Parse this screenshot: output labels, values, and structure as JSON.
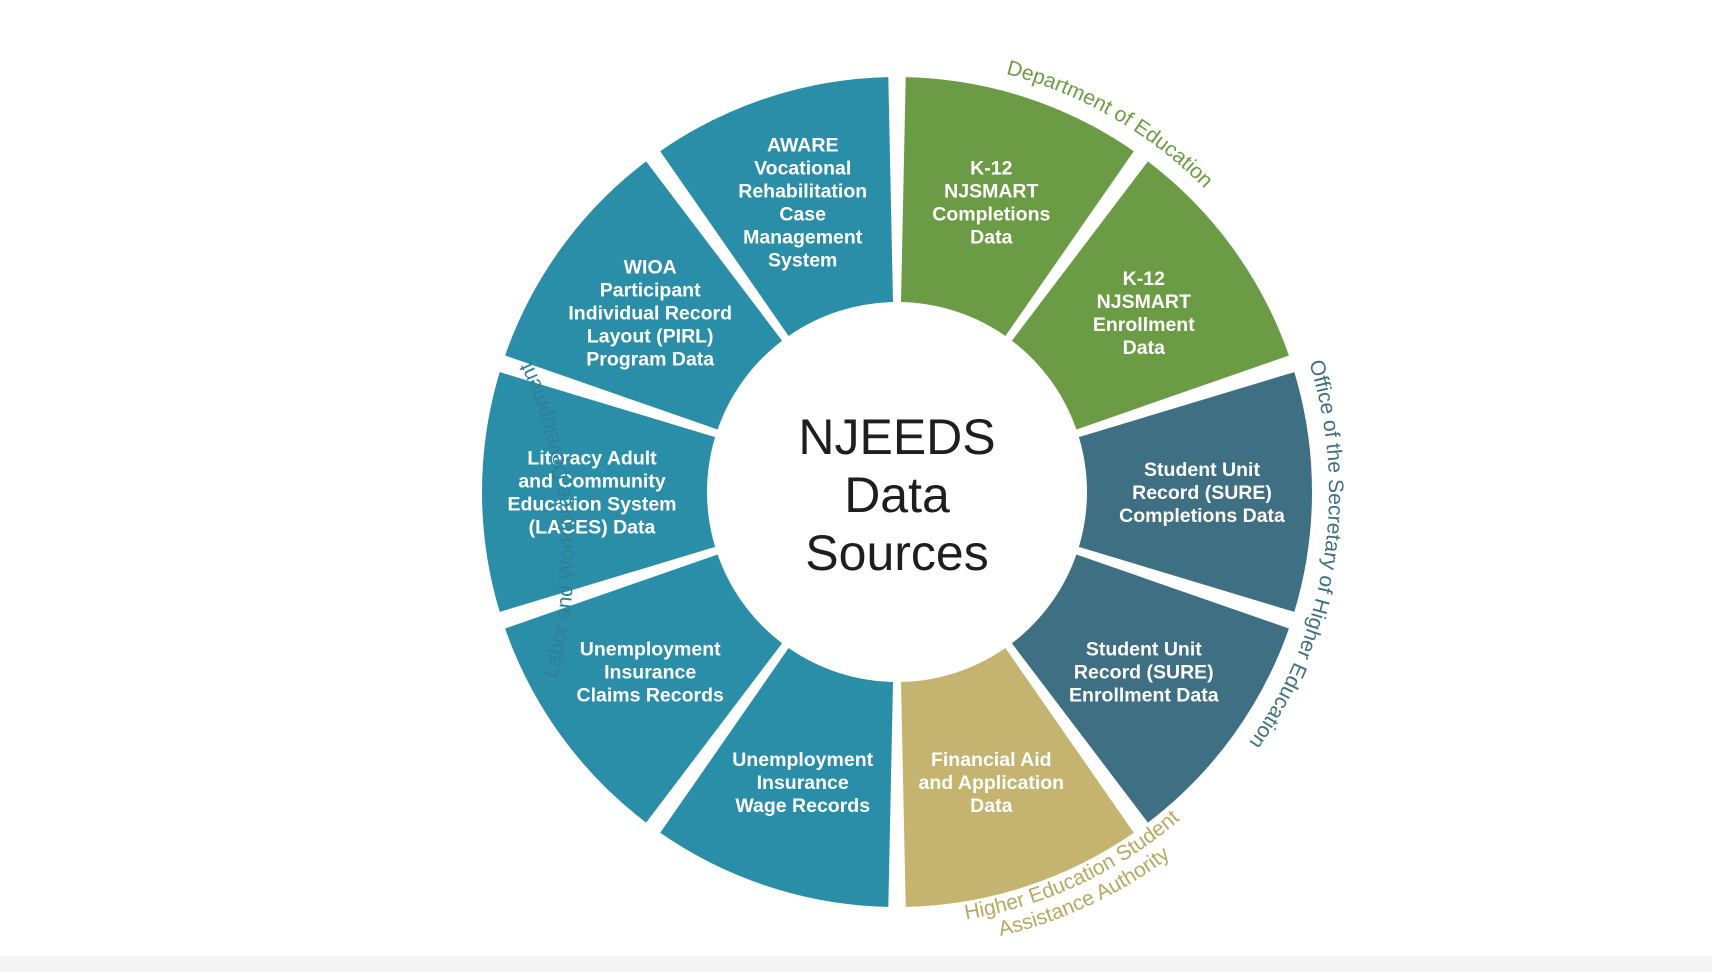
{
  "center": {
    "lines": [
      "NJEEDS",
      "Data",
      "Sources"
    ]
  },
  "colors": {
    "education": "#6b9c45",
    "higher_education": "#3e6f82",
    "hesaa": "#c4b46f",
    "labor": "#2a8ea8",
    "labor_label": "#2f7f99",
    "education_label": "#6b9c45",
    "higher_education_label": "#3e6f82",
    "hesaa_label": "#b8a860"
  },
  "agencies": [
    {
      "key": "education",
      "label": "Department of Education",
      "color_key": "education_label"
    },
    {
      "key": "higher_education",
      "label": "Office of the Secretary of Higher Education",
      "color_key": "higher_education_label"
    },
    {
      "key": "hesaa",
      "lines": [
        "Higher Education Student",
        "Assistance Authority"
      ],
      "color_key": "hesaa_label"
    },
    {
      "key": "labor",
      "label": "Labor and Workforce Development",
      "color_key": "labor_label"
    }
  ],
  "segments": [
    {
      "id": "k12-completions",
      "agency": "education",
      "lines": [
        "K-12",
        "NJSMART",
        "Completions",
        "Data"
      ]
    },
    {
      "id": "k12-enrollment",
      "agency": "education",
      "lines": [
        "K-12",
        "NJSMART",
        "Enrollment",
        "Data"
      ]
    },
    {
      "id": "sure-completions",
      "agency": "higher_education",
      "lines": [
        "Student Unit",
        "Record (SURE)",
        "Completions Data"
      ]
    },
    {
      "id": "sure-enrollment",
      "agency": "higher_education",
      "lines": [
        "Student Unit",
        "Record (SURE)",
        "Enrollment Data"
      ]
    },
    {
      "id": "financial-aid",
      "agency": "hesaa",
      "lines": [
        "Financial Aid",
        "and Application",
        "Data"
      ]
    },
    {
      "id": "ui-wage",
      "agency": "labor",
      "lines": [
        "Unemployment",
        "Insurance",
        "Wage Records"
      ]
    },
    {
      "id": "ui-claims",
      "agency": "labor",
      "lines": [
        "Unemployment",
        "Insurance",
        "Claims Records"
      ]
    },
    {
      "id": "laces",
      "agency": "labor",
      "lines": [
        "Literacy Adult",
        "and Community",
        "Education System",
        "(LACES) Data"
      ]
    },
    {
      "id": "wioa-pirl",
      "agency": "labor",
      "lines": [
        "WIOA",
        "Participant",
        "Individual Record",
        "Layout (PIRL)",
        "Program Data"
      ]
    },
    {
      "id": "aware",
      "agency": "labor",
      "lines": [
        "AWARE",
        "Vocational",
        "Rehabilitation",
        "Case",
        "Management",
        "System"
      ]
    }
  ]
}
